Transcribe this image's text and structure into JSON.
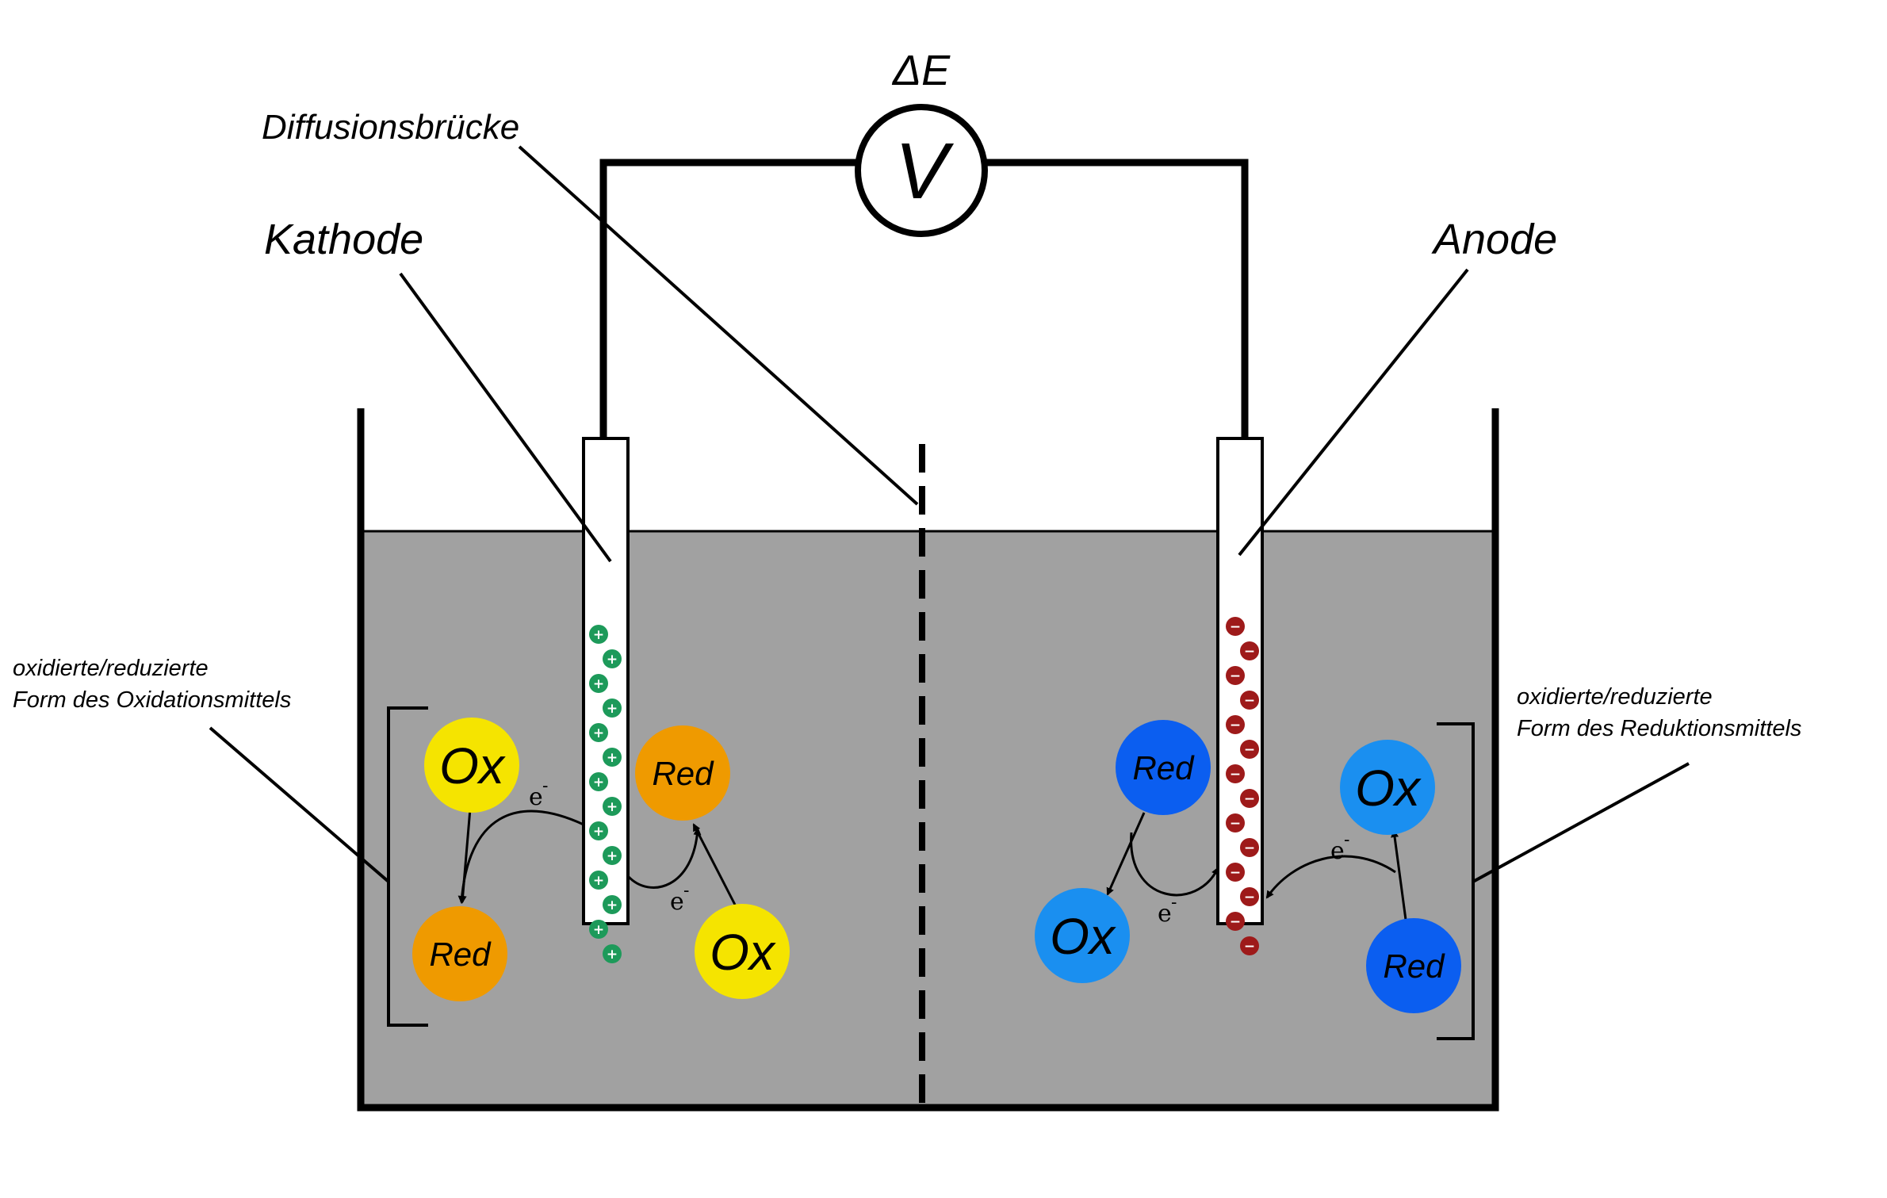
{
  "labels": {
    "delta_e": "ΔE",
    "voltmeter": "V",
    "diffusion_bridge": "Diffusionsbrücke",
    "cathode": "Kathode",
    "anode": "Anode",
    "left_bracket_line1": "oxidierte/reduzierte",
    "left_bracket_line2": "Form des Oxidationsmittels",
    "right_bracket_line1": "oxidierte/reduzierte",
    "right_bracket_line2": "Form des Reduktionsmittels"
  },
  "species": {
    "ox": "Ox",
    "red": "Red",
    "electron": "e",
    "electron_charge": "-"
  },
  "ions": {
    "positive_sign": "+",
    "negative_sign": "−",
    "positive_count": 14,
    "negative_count": 14
  },
  "colors": {
    "solution": "#a1a1a1",
    "oxidant_ox": "#f5e400",
    "oxidant_red": "#ef9a00",
    "reductant_ox": "#1a8ff0",
    "reductant_red": "#0b5ef0",
    "positive_ion": "#1d9a5a",
    "negative_ion": "#9e1a1a"
  }
}
